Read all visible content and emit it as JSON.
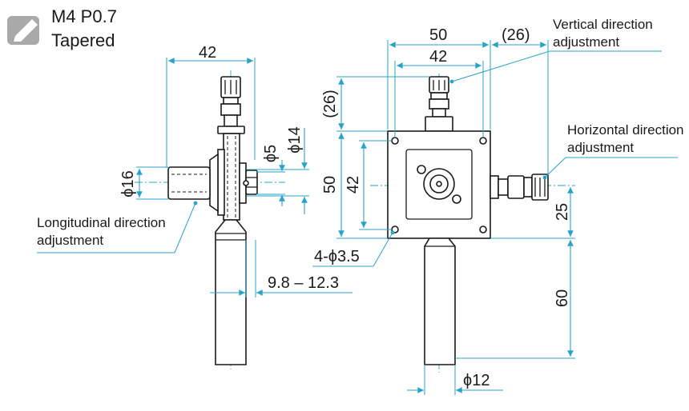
{
  "icon": {
    "name": "screw-tip-icon",
    "color": "#a9a9a9"
  },
  "thread_spec": {
    "line1": "M4 P0.7",
    "line2": "Tapered"
  },
  "side_view": {
    "width_label": "42",
    "knob_dia_label": "ϕ16",
    "shaft_dia_label": "ϕ5",
    "flange_dia_label": "ϕ14",
    "travel_label": "9.8 – 12.3",
    "longitudinal_label_1": "Longitudinal direction",
    "longitudinal_label_2": "adjustment"
  },
  "front_view": {
    "width_outer_label": "50",
    "width_inner_label": "42",
    "offset_label": "(26)",
    "height_offset_label": "(26)",
    "height_outer_label": "50",
    "height_inner_label": "42",
    "hole_label": "4-ϕ3.5",
    "post_offset_label": "25",
    "post_length_label": "60",
    "post_dia_label": "ϕ12",
    "vertical_label_1": "Vertical direction",
    "vertical_label_2": "adjustment",
    "horizontal_label_1": "Horizontal direction",
    "horizontal_label_2": "adjustment"
  },
  "colors": {
    "dimension": "#2aa3c8",
    "outline": "#1a1a1a",
    "icon": "#a9a9a9"
  }
}
